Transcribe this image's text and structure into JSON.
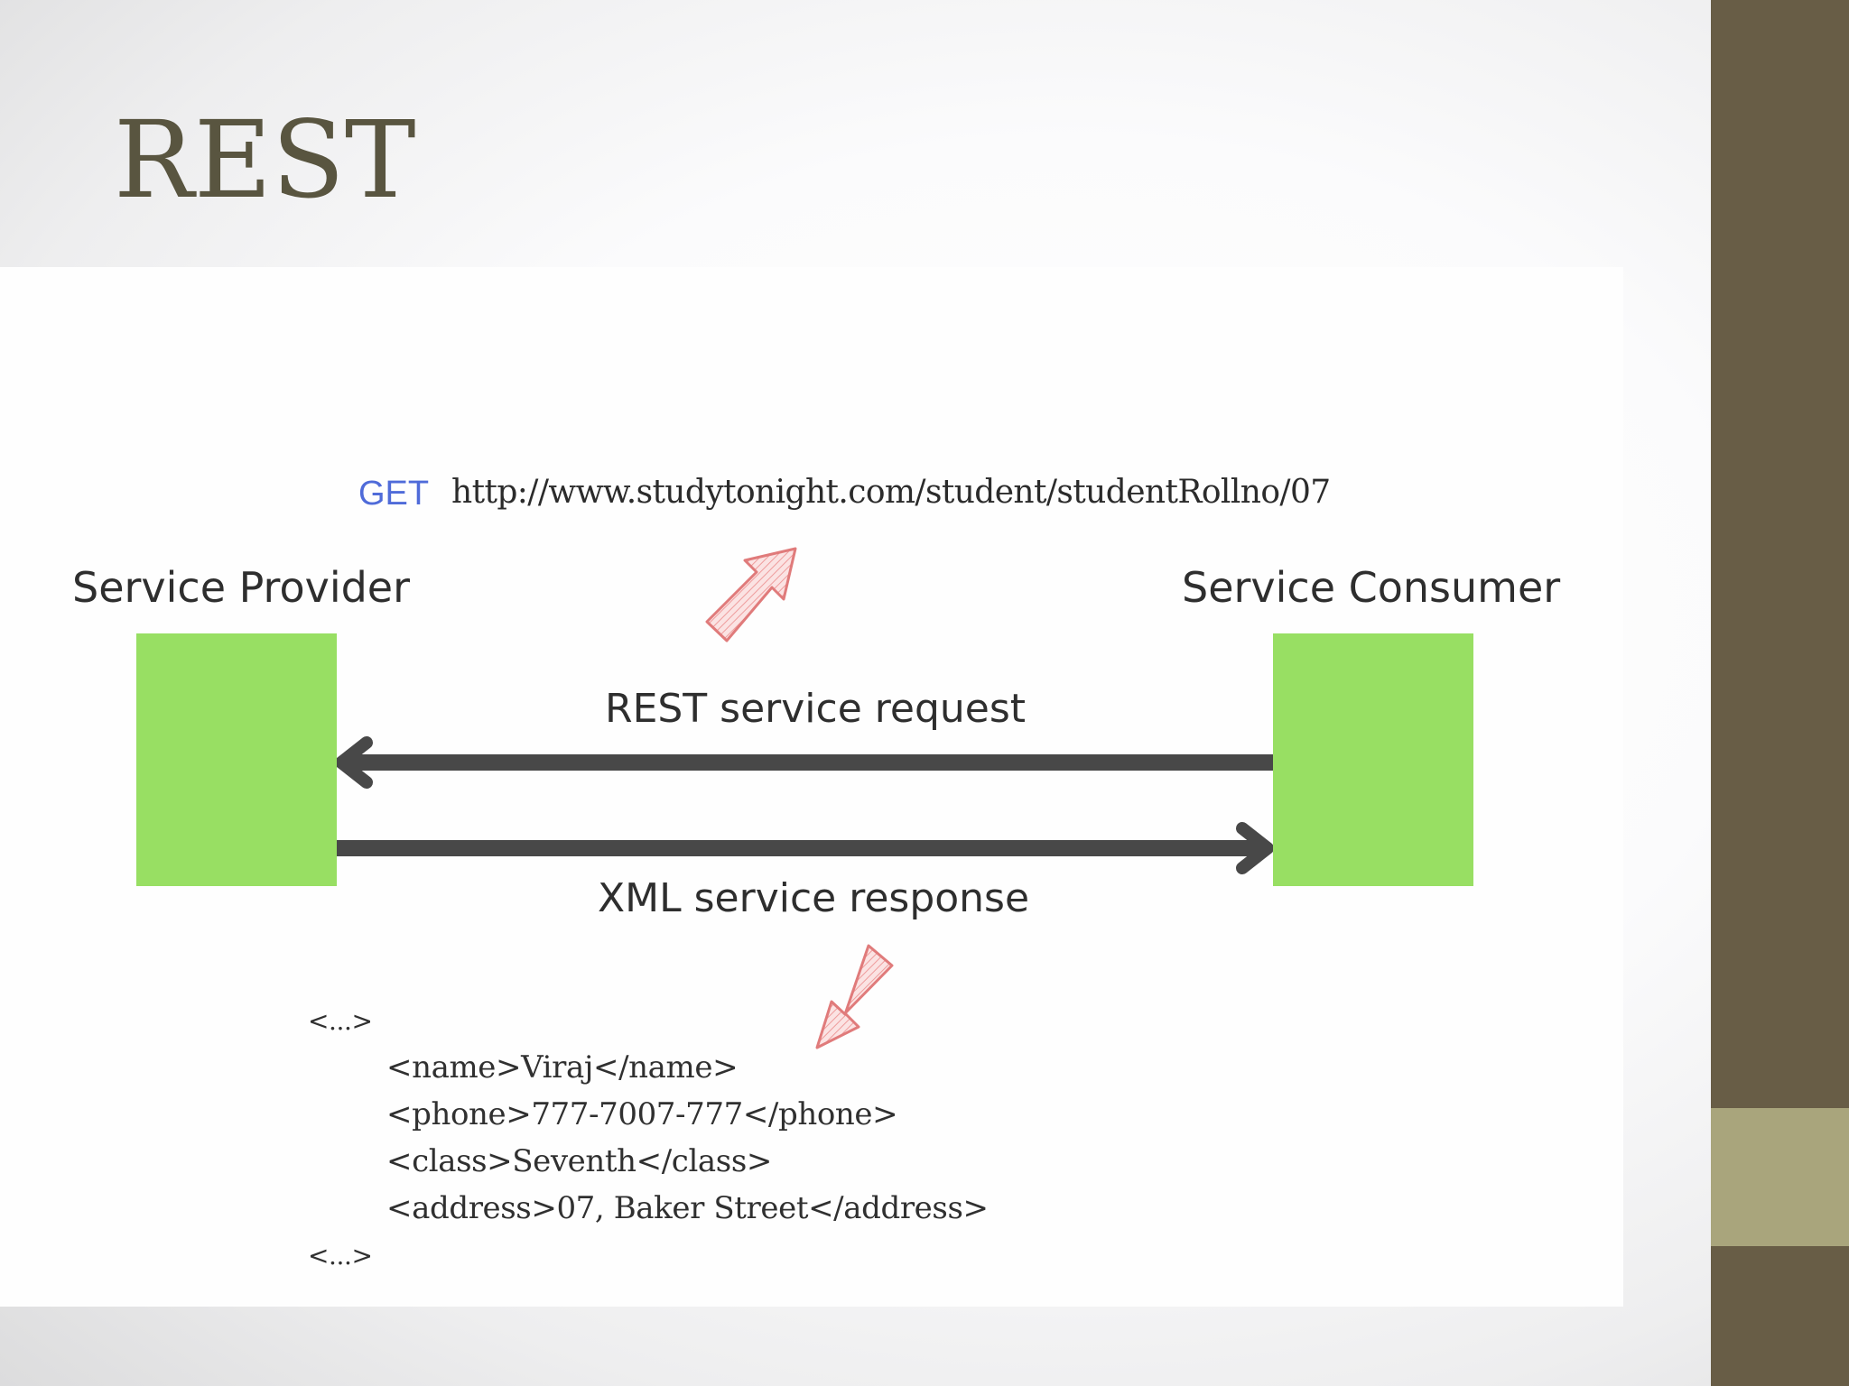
{
  "slide": {
    "title": "REST"
  },
  "diagram": {
    "request_method": "GET",
    "request_url": "http://www.studytonight.com/student/studentRollno/07",
    "provider_label": "Service Provider",
    "consumer_label": "Service Consumer",
    "request_label": "REST service request",
    "response_label": "XML service response",
    "xml_lines": [
      "<...>",
      "<name>Viraj</name>",
      "<phone>777-7007-777</phone>",
      "<class>Seventh</class>",
      "<address>07, Baker Street</address>",
      "<...>"
    ]
  },
  "colors": {
    "sidebar": "#685d46",
    "sidebar_accent": "#a9a57c",
    "title": "#595540",
    "service_box": "#98df63",
    "connector_arrow": "#484848",
    "pointer_arrow_stroke": "#e07b7b",
    "pointer_arrow_fill": "#f7c9c9",
    "get_verb": "#4f6bd9"
  },
  "icons": {
    "request_pointer": "diagonal-arrow-up-right-icon",
    "response_pointer": "diagonal-arrow-down-left-icon"
  }
}
